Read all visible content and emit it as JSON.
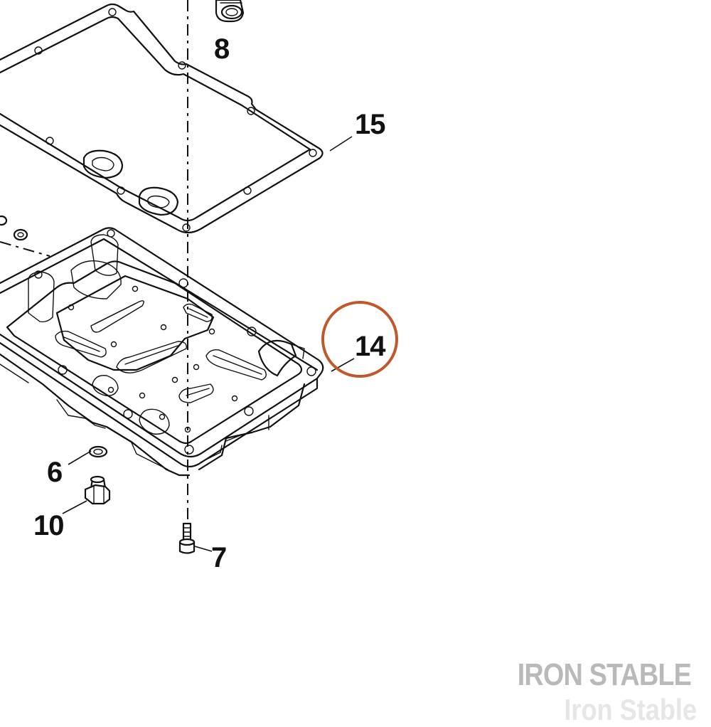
{
  "callouts": {
    "c8": "8",
    "c15": "15",
    "c14": "14",
    "c6": "6",
    "c10": "10",
    "c7": "7"
  },
  "highlight": {
    "target": "14",
    "color": "#c0582b"
  },
  "watermark": {
    "line1": "IRON STABLE",
    "line2": "Iron Stable"
  }
}
